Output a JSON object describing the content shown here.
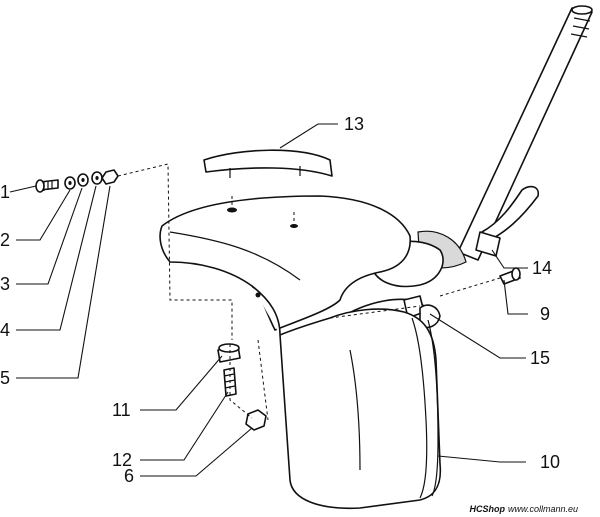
{
  "callouts": {
    "c1": "1",
    "c2": "2",
    "c3": "3",
    "c4": "4",
    "c5": "5",
    "c6": "6",
    "c9": "9",
    "c10": "10",
    "c11": "11",
    "c12": "12",
    "c13": "13",
    "c14": "14",
    "c15": "15"
  },
  "credit": {
    "brand": "HCShop",
    "url": "www.collmann.eu"
  }
}
